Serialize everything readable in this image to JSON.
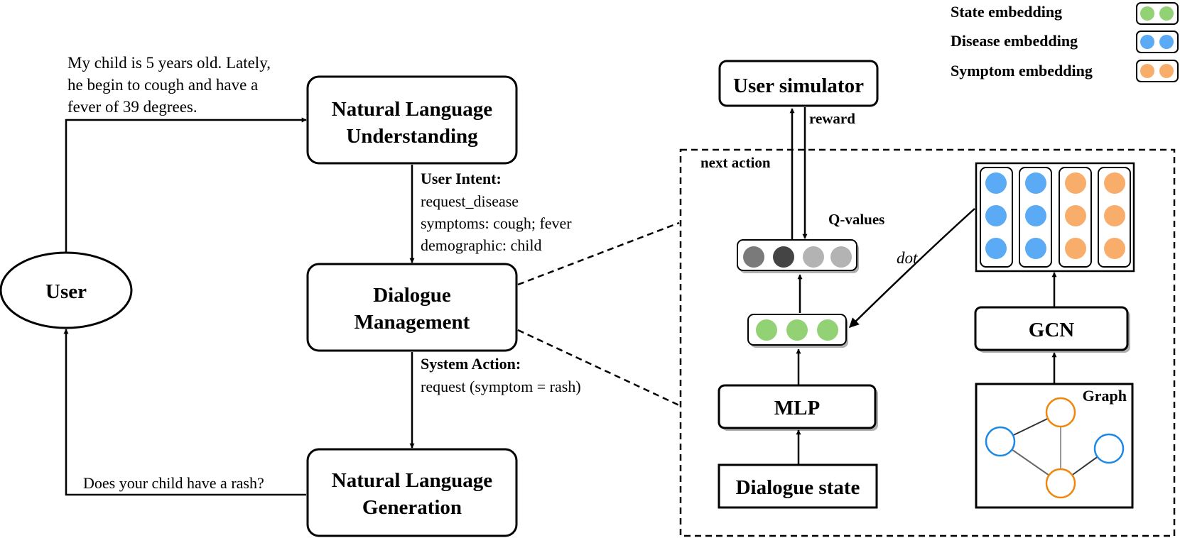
{
  "legend": {
    "state": "State embedding",
    "disease": "Disease embedding",
    "symptom": "Symptom embedding"
  },
  "nodes": {
    "user": "User",
    "nlu_line1": "Natural Language",
    "nlu_line2": "Understanding",
    "dm_line1": "Dialogue",
    "dm_line2": "Management",
    "nlg_line1": "Natural Language",
    "nlg_line2": "Generation",
    "user_simulator": "User simulator",
    "mlp": "MLP",
    "dialogue_state": "Dialogue state",
    "gcn": "GCN",
    "graph": "Graph"
  },
  "labels": {
    "user_utterance": [
      "My child is 5 years old. Lately,",
      "he begin to cough and have a",
      "fever of 39 degrees."
    ],
    "user_intent_title": "User Intent:",
    "user_intent_lines": [
      "request_disease",
      "symptoms: cough; fever",
      "demographic: child"
    ],
    "system_action_title": "System Action:",
    "system_action_line": "request (symptom = rash)",
    "system_utterance": "Does your child have a rash?",
    "next_action": "next action",
    "reward": "reward",
    "q_values": "Q-values",
    "dot": "dot"
  },
  "colors": {
    "state": "#92d275",
    "disease": "#5aaaf5",
    "symptom": "#f8ad6a",
    "graph_disease_node": "#1e88e5",
    "graph_symptom_node": "#f0860a",
    "q_value_shades": [
      "#7a7a7a",
      "#444444",
      "#b3b3b3",
      "#b3b3b3"
    ]
  }
}
